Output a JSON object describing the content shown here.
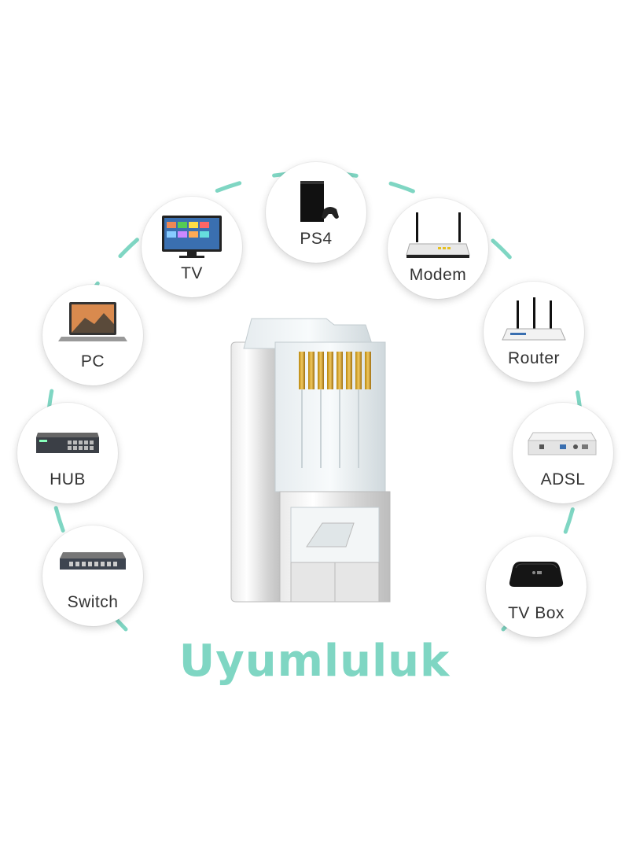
{
  "title": "Uyumluluk",
  "colors": {
    "accent": "#7fd6c3",
    "label": "#333333",
    "gold": "#d4a437"
  },
  "devices": [
    {
      "id": "ps4",
      "label": "PS4",
      "icon": "ps4-console-icon"
    },
    {
      "id": "tv",
      "label": "TV",
      "icon": "tv-icon"
    },
    {
      "id": "modem",
      "label": "Modem",
      "icon": "modem-icon"
    },
    {
      "id": "pc",
      "label": "PC",
      "icon": "laptop-icon"
    },
    {
      "id": "router",
      "label": "Router",
      "icon": "router-icon"
    },
    {
      "id": "hub",
      "label": "HUB",
      "icon": "hub-icon"
    },
    {
      "id": "adsl",
      "label": "ADSL",
      "icon": "adsl-icon"
    },
    {
      "id": "switch",
      "label": "Switch",
      "icon": "switch-icon"
    },
    {
      "id": "tvbox",
      "label": "TV Box",
      "icon": "tv-box-icon"
    }
  ],
  "center": {
    "icon": "rj45-connector-icon"
  }
}
